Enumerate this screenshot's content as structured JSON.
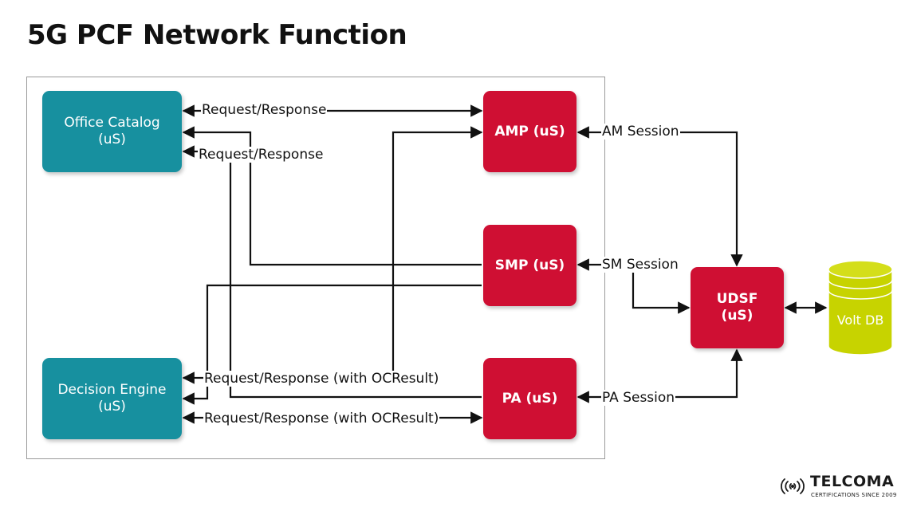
{
  "title": "5G PCF Network Function",
  "nodes": {
    "office_catalog": {
      "line1": "Office Catalog",
      "line2": "(uS)"
    },
    "decision_engine": {
      "line1": "Decision Engine",
      "line2": "(uS)"
    },
    "amp": {
      "label": "AMP (uS)"
    },
    "smp": {
      "label": "SMP (uS)"
    },
    "pa": {
      "label": "PA (uS)"
    },
    "udsf": {
      "line1": "UDSF",
      "line2": "(uS)"
    },
    "volt_db": {
      "label": "Volt DB"
    }
  },
  "edge_labels": {
    "oc_amp": "Request/Response",
    "oc_smp": "Request/Response",
    "de_amp": "Request/Response (with OCResult)",
    "de_pa": "Request/Response (with OCResult)",
    "amp_udsf": "AM Session",
    "smp_udsf": "SM Session",
    "pa_udsf": "PA Session"
  },
  "colors": {
    "microservice_teal": "#17909f",
    "policy_red": "#cf0f33",
    "database_green": "#c7d300",
    "connector": "#111111"
  },
  "logo": {
    "name": "TELCOMA",
    "tagline": "CERTIFICATIONS SINCE 2009"
  }
}
